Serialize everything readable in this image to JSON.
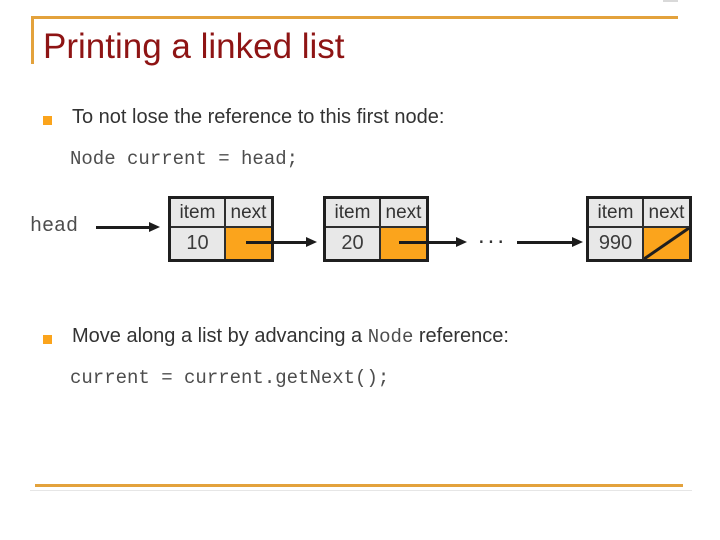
{
  "slide": {
    "title": "Printing a linked list"
  },
  "bullets": [
    {
      "text": "To not lose the reference to this first node:",
      "code": "Node current = head;"
    },
    {
      "text_pre": "Move along a list by advancing a ",
      "text_mono": "Node",
      "text_post": " reference:",
      "code": "current = current.getNext();"
    }
  ],
  "diagram": {
    "head_label": "head",
    "ellipsis": "...",
    "nodes": [
      {
        "item": "item",
        "next": "next",
        "value": "10",
        "null_pointer": false
      },
      {
        "item": "item",
        "next": "next",
        "value": "20",
        "null_pointer": false
      },
      {
        "item": "item",
        "next": "next",
        "value": "990",
        "null_pointer": true
      }
    ]
  },
  "colors": {
    "accent_gold": "#E3A23C",
    "accent_orange": "#FBA41C",
    "title_red": "#8E1414"
  }
}
